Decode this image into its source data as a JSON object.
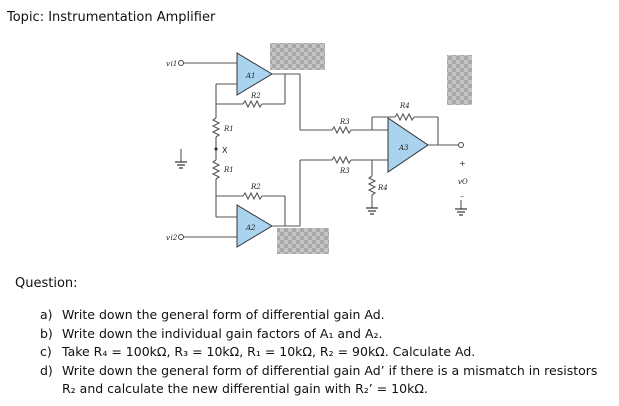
{
  "topic": "Topic: Instrumentation Amplifier",
  "circuit": {
    "labels": {
      "vi1": "v i1",
      "vi2": "v i2",
      "a1": "A1",
      "a2": "A2",
      "a3": "A3",
      "r1_top": "R1",
      "r1_bottom": "R1",
      "r2_top": "R2",
      "r2_bottom": "R2",
      "r3_top": "R3",
      "r3_bottom": "R3",
      "r4_top": "R4",
      "r4_bottom": "R4",
      "x": "X",
      "vo": "vO",
      "plus": "+",
      "minus": "–"
    }
  },
  "question_heading": "Question:",
  "questions": [
    {
      "letter": "a)",
      "text": "Write down the general form of differential gain Ad."
    },
    {
      "letter": "b)",
      "text": "Write down the individual gain factors of A₁ and A₂."
    },
    {
      "letter": "c)",
      "text": "Take R₄ = 100kΩ, R₃ = 10kΩ, R₁ = 10kΩ, R₂ = 90kΩ. Calculate Ad."
    },
    {
      "letter": "d)",
      "text": "Write down the general form of differential gain Ad’ if there is a mismatch in resistors R₂ and calculate the new differential gain with R₂’ = 10kΩ."
    }
  ]
}
